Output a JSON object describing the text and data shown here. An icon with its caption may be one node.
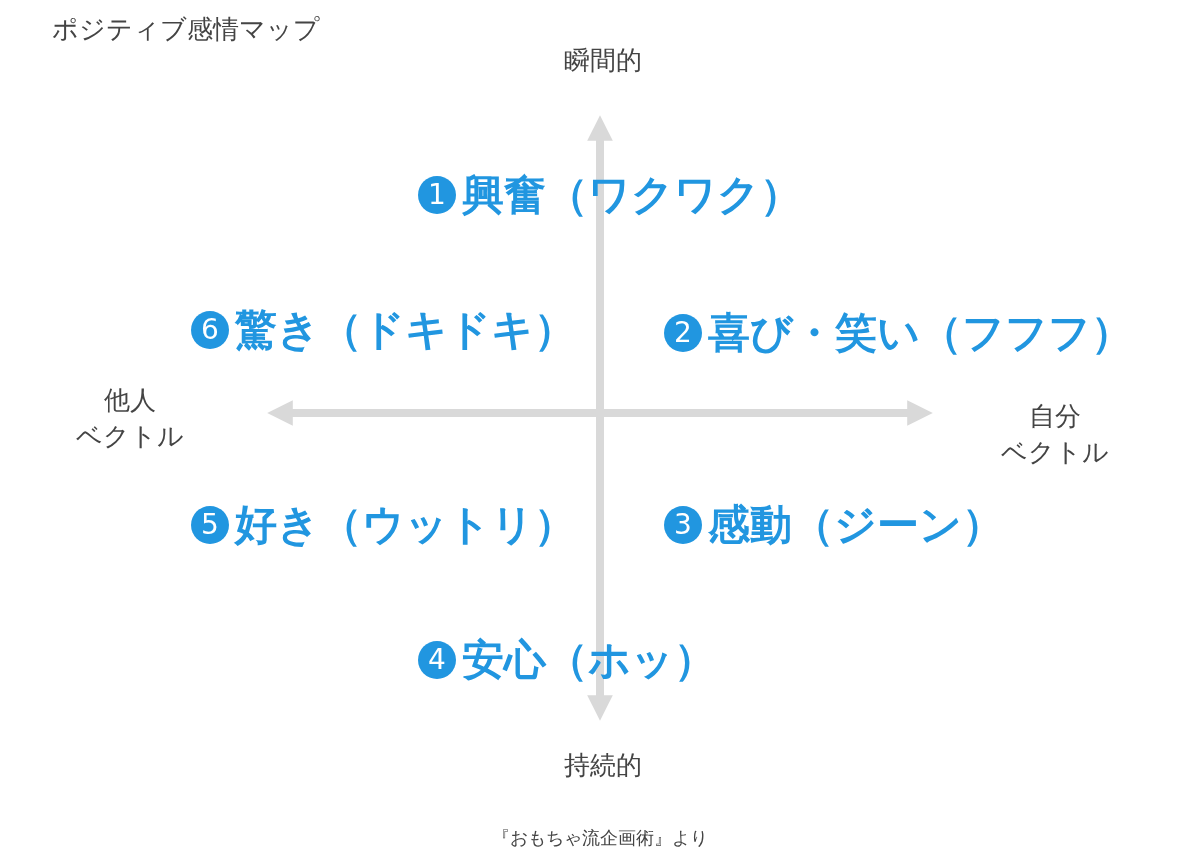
{
  "diagram": {
    "title": "ポジティブ感情マップ",
    "caption": "『おもちゃ流企画術』より",
    "labels": [
      "瞬間的",
      "1",
      "興奮（ワクワク）",
      "6",
      "驚き（ドキドキ）",
      "2",
      "喜び・笑い（フフフ）",
      "他人",
      "ベクトル",
      "自分",
      "ベクトル",
      "5",
      "好き（ウットリ）",
      "3",
      "感動（ジーン）",
      "4",
      "安心（ホッ）",
      "持続的"
    ]
  }
}
